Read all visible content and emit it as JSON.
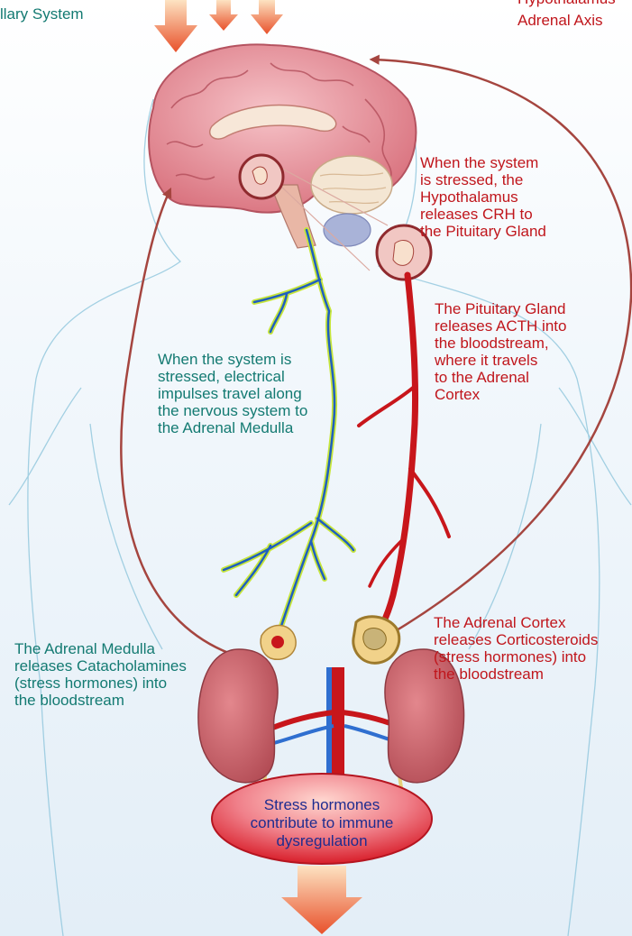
{
  "header": {
    "left_fragment": "llary System",
    "right_fragment_line1": "Hypothalamus",
    "right_fragment_line2": "Adrenal Axis"
  },
  "annotations": {
    "hypothalamus_crh": "When the system\nis stressed, the\nHypothalamus\n  releases CRH to\n       the Pituitary Gland",
    "pituitary_acth": "The Pituitary Gland\nreleases ACTH into\nthe bloodstream,\nwhere it travels\nto the Adrenal\nCortex",
    "nervous_impulses": "When the system is\nstressed, electrical\nimpulses travel along\nthe nervous system to\nthe Adrenal Medulla",
    "adrenal_cortex": "The Adrenal Cortex\nreleases Corticosteroids\n(stress hormones) into\nthe bloodstream",
    "adrenal_medulla": "The Adrenal Medulla\nreleases Catacholamines\n(stress hormones) into\nthe bloodstream",
    "outcome_oval": "Stress hormones\ncontribute to immune\ndysregulation"
  },
  "colors": {
    "hpa_text": "#c0161c",
    "sam_text": "#137a72",
    "artery": "#c8161b",
    "nerve_outer": "#c7e63b",
    "nerve_inner": "#1f5fbf",
    "feedback_arrow": "#a5453f",
    "brain": "#e89aa3",
    "kidney": "#c9636a",
    "oval": "#d81e2a",
    "oval_text": "#1f2c8f",
    "stress_arrows": "#e8512b"
  }
}
